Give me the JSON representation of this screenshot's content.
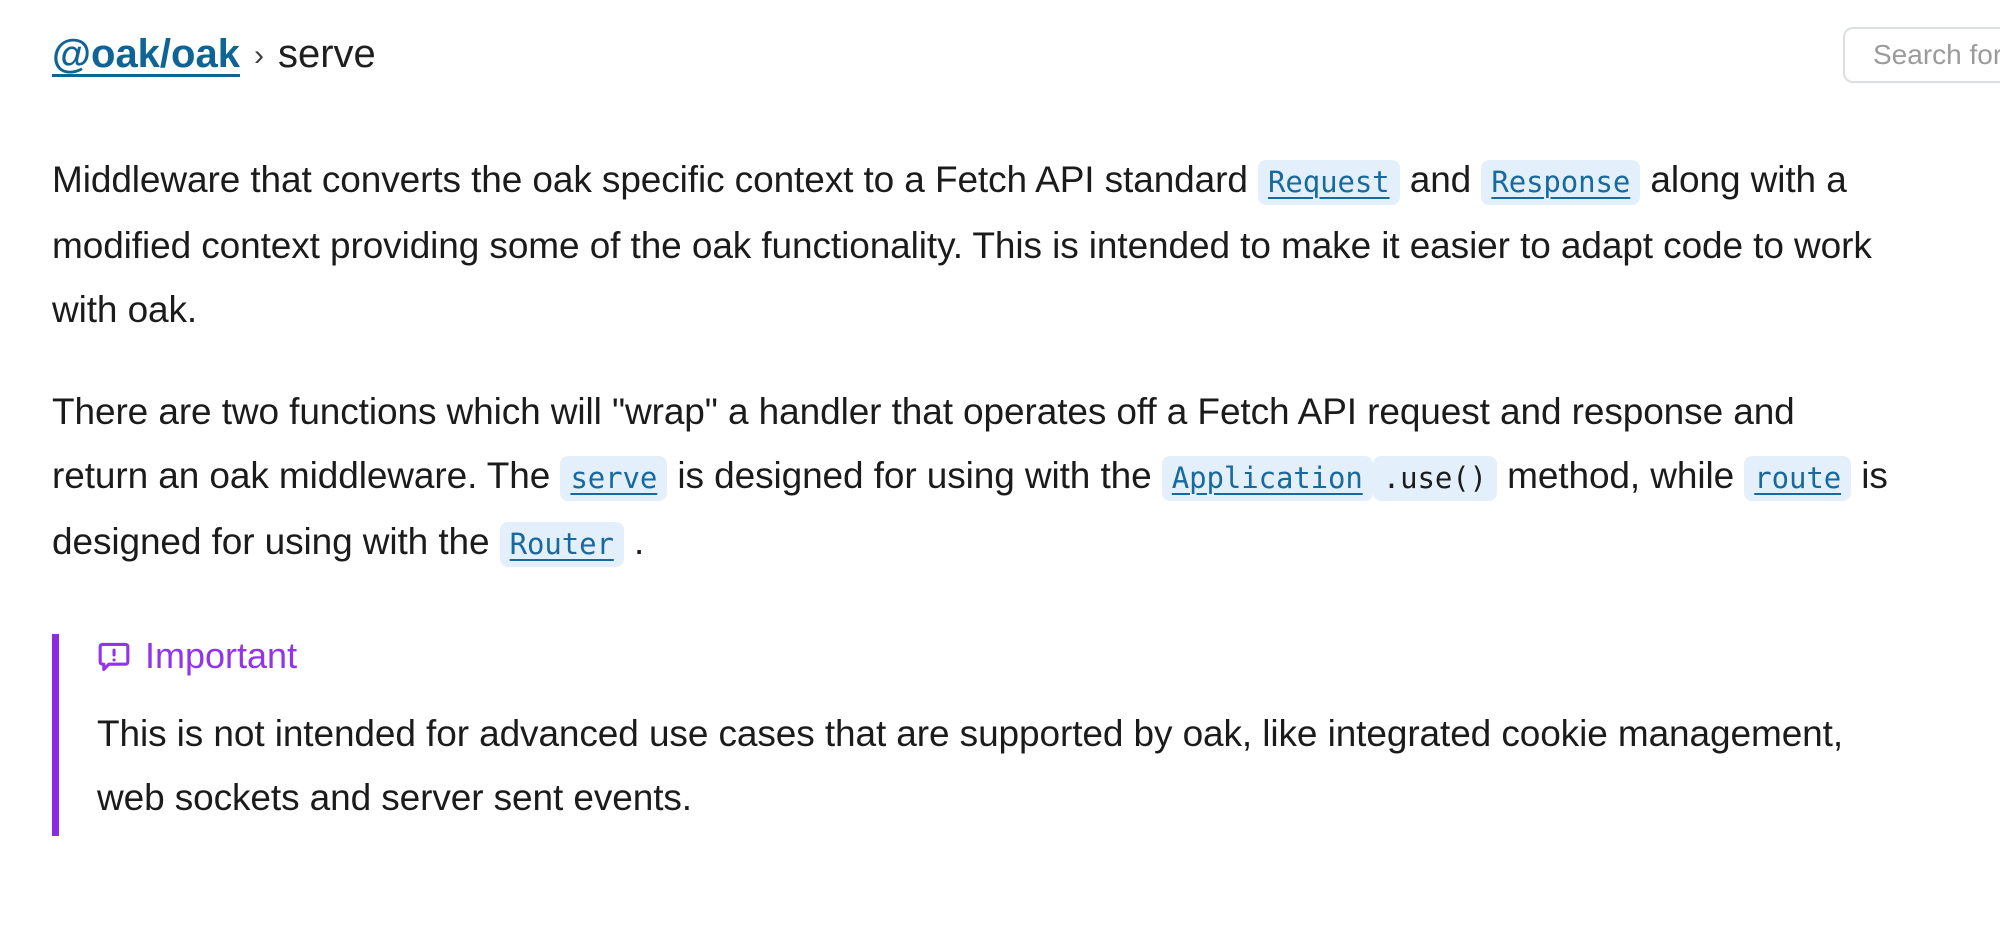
{
  "header": {
    "breadcrumb": {
      "package_link": "@oak/oak",
      "separator": "›",
      "current": "serve"
    },
    "search": {
      "placeholder": "Search for symbols",
      "value": ""
    }
  },
  "content": {
    "paragraph1": {
      "t1": "Middleware that converts the oak specific context to a Fetch API standard ",
      "code1": "Request",
      "t2": " and ",
      "code2": "Response",
      "t3": " along with a modified context providing some of the oak functionality. This is intended to make it easier to adapt code to work with oak."
    },
    "paragraph2": {
      "t1": "There are two functions which will \"wrap\" a handler that operates off a Fetch API request and response and return an oak middleware. The ",
      "code1": "serve",
      "t2": " is designed for using with the ",
      "code2": "Application",
      "code3": ".use()",
      "t3": " method, while ",
      "code4": "route",
      "t4": " is designed for using with the ",
      "code5": "Router",
      "t5": " ."
    },
    "admonition": {
      "kind": "important",
      "icon": "comment-alert-icon",
      "title": "Important",
      "body": "This is not intended for advanced use cases that are supported by oak, like integrated cookie management, web sockets and server sent events.",
      "accent_color": "#8b2be2",
      "title_color": "#9333ea"
    }
  },
  "theme": {
    "link_color": "#0f6496",
    "code_chip_bg": "#e3f0fb",
    "code_link_color": "#17699e",
    "text_color": "#1b1b1b"
  }
}
